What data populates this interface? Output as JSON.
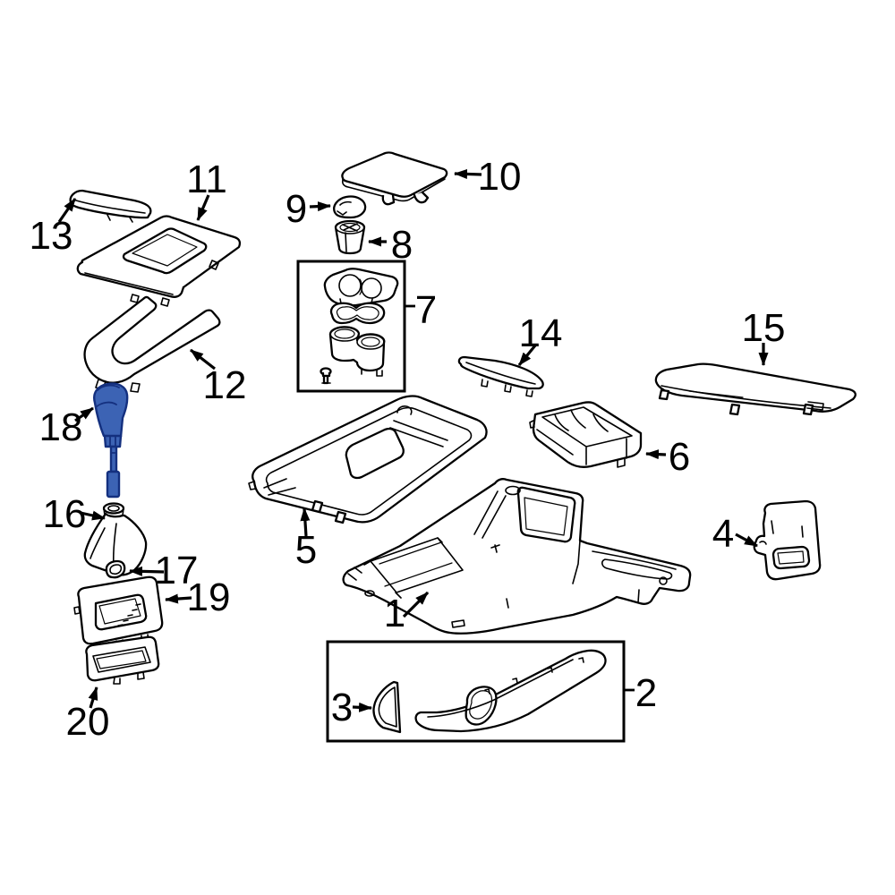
{
  "diagram": {
    "background_color": "#ffffff",
    "line_color": "#000000",
    "highlight_color": "#3c63b4",
    "highlight_outline_color": "#14307f",
    "highlighted_callout": "18",
    "boxed_groups": [
      "7",
      "2"
    ],
    "callouts": [
      {
        "label": "1"
      },
      {
        "label": "2"
      },
      {
        "label": "3"
      },
      {
        "label": "4"
      },
      {
        "label": "5"
      },
      {
        "label": "6"
      },
      {
        "label": "7"
      },
      {
        "label": "8"
      },
      {
        "label": "9"
      },
      {
        "label": "10"
      },
      {
        "label": "11"
      },
      {
        "label": "12"
      },
      {
        "label": "13"
      },
      {
        "label": "14"
      },
      {
        "label": "15"
      },
      {
        "label": "16"
      },
      {
        "label": "17"
      },
      {
        "label": "18"
      },
      {
        "label": "19"
      },
      {
        "label": "20"
      }
    ]
  }
}
